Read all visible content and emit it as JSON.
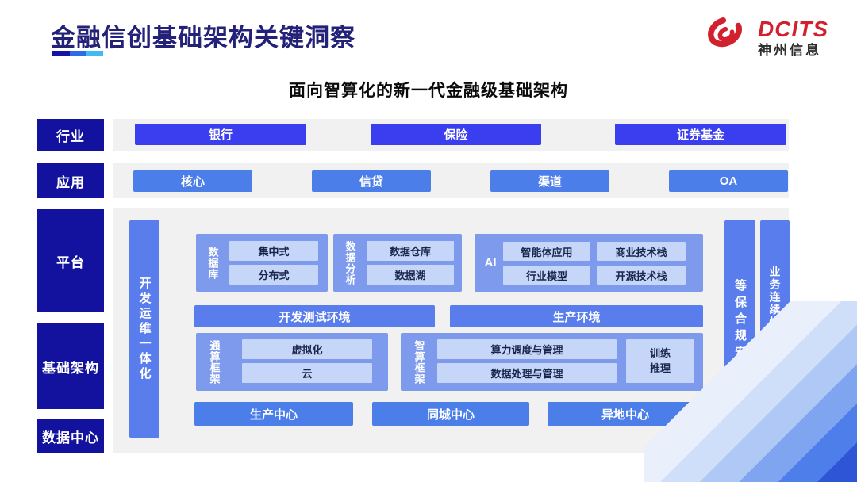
{
  "slide": {
    "title": "金融信创基础架构关键洞察",
    "subtitle": "面向智算化的新一代金融级基础架构"
  },
  "logo": {
    "brand": "DCITS",
    "company": "神州信息",
    "icon": "red-swirl-icon"
  },
  "rows": {
    "industry": {
      "label": "行业",
      "items": [
        "银行",
        "保险",
        "证券基金"
      ]
    },
    "application": {
      "label": "应用",
      "items": [
        "核心",
        "信贷",
        "渠道",
        "OA"
      ]
    },
    "platform": {
      "label": "平台"
    },
    "infrastructure": {
      "label": "基础架构"
    },
    "datacenter": {
      "label": "数据中心"
    }
  },
  "diagram": {
    "devops_bar": "开发运维一体化",
    "database": {
      "label": "数据库",
      "items": [
        "集中式",
        "分布式"
      ]
    },
    "analytics": {
      "label": "数据分析",
      "items": [
        "数据仓库",
        "数据湖"
      ]
    },
    "ai": {
      "label": "AI",
      "items": [
        "智能体应用",
        "商业技术栈",
        "行业模型",
        "开源技术栈"
      ]
    },
    "devtest_env": "开发测试环境",
    "prod_env": "生产环境",
    "general_compute": {
      "label": "通算框架",
      "items": [
        "虚拟化",
        "云"
      ]
    },
    "intelligent_compute": {
      "label": "智算框架",
      "items": [
        "算力调度与管理",
        "数据处理与管理"
      ],
      "side_line1": "训练",
      "side_line2": "推理"
    },
    "centers": [
      "生产中心",
      "同城中心",
      "异地中心"
    ],
    "security_bar": "等保合规安全",
    "continuity_bar": "业务连续性及数据保护"
  },
  "colors": {
    "navy_label": "#12129E",
    "industry_blue": "#3A3EEF",
    "app_blue": "#4C7EE9",
    "bar_blue": "#5A7DED",
    "group_blue": "#7E9AEC",
    "light_box_blue": "#C6D6F8",
    "band_gray": "#F1F1F1",
    "title_navy": "#232178",
    "logo_red": "#D2202F",
    "underline_segments": [
      "#1813A8",
      "#2B6BE8",
      "#3FBAF2"
    ]
  }
}
